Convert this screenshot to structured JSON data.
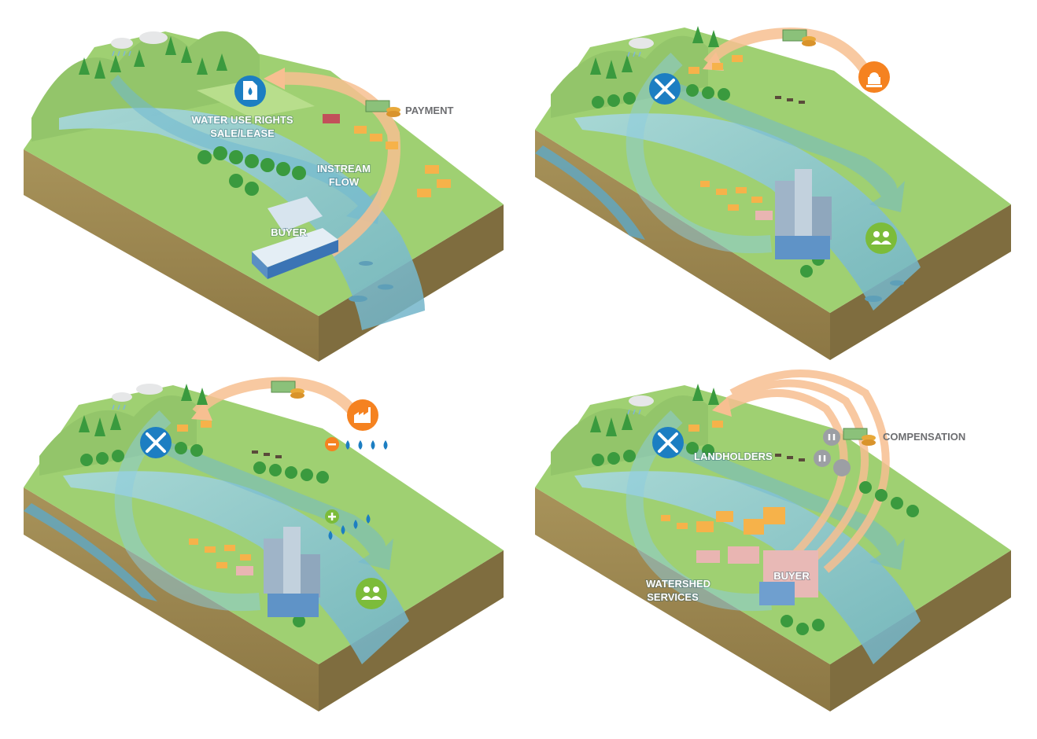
{
  "panels": [
    {
      "id": "water-rights",
      "labels": {
        "rights": [
          "WATER USE RIGHTS",
          "SALE/LEASE"
        ],
        "instream": [
          "INSTREAM",
          "FLOW"
        ],
        "buyer": "BUYER",
        "payment": "PAYMENT"
      },
      "icons": [
        "water-document-icon",
        "money-stack-icon",
        "fish-icon",
        "duck-icon"
      ]
    },
    {
      "id": "public-funding",
      "labels": {},
      "icons": [
        "tools-icon",
        "government-capitol-icon",
        "money-stack-icon",
        "community-group-icon"
      ]
    },
    {
      "id": "water-quality-offset",
      "labels": {},
      "icons": [
        "tools-icon",
        "factory-icon",
        "minus-icon",
        "plus-icon",
        "water-drops-icon",
        "community-group-icon"
      ]
    },
    {
      "id": "watershed-services",
      "labels": {
        "landholders": "LANDHOLDERS",
        "compensation": "COMPENSATION",
        "watershed": [
          "WATERSHED",
          "SERVICES"
        ],
        "buyer": "BUYER"
      },
      "icons": [
        "tools-icon",
        "people-icon",
        "money-stack-icon"
      ]
    }
  ],
  "colors": {
    "grass": "#9fd072",
    "grass_light": "#b8de8c",
    "soil_front": "#a08c56",
    "soil_side": "#7d6c3e",
    "river": "#8cc8d8",
    "flow_arrow": "#6fb8d2",
    "payment_arrow": "#f7bf91",
    "icon_blue": "#1c7ec2",
    "icon_orange": "#f58220",
    "icon_green": "#7cbc3a",
    "icon_grey": "#9c9fa4",
    "label_grey": "#6d6e71"
  }
}
